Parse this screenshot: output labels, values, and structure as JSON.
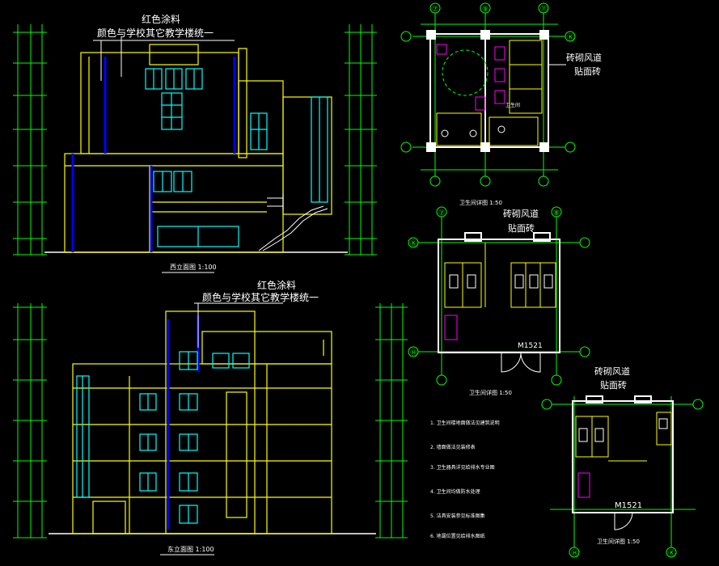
{
  "colors": {
    "background": "#000000",
    "outline": "#ffff00",
    "window": "#00ffff",
    "dim": "#00ff00",
    "accent": "#0000ff",
    "wall": "#ffffff",
    "fixture": "#ff00ff",
    "label": "#ffffff"
  },
  "elevation_top": {
    "note_line1": "红色涂料",
    "note_line2": "颜色与学校其它教学楼统一",
    "title": "西立面图 1:100"
  },
  "elevation_bottom": {
    "note_line1": "红色涂料",
    "note_line2": "颜色与学校其它教学楼统一",
    "title": "东立面图 1:100"
  },
  "plan_1": {
    "axis_left": "⑦",
    "axis_mid": "⑨",
    "axis_right": "⑪",
    "axis_row": "Ⓚ",
    "note_line1": "砖砌风道",
    "note_line2": "贴面砖",
    "room_label": "卫生间"
  },
  "plan_2": {
    "title": "卫生间详图 1:50",
    "note_line1": "砖砌风道",
    "note_line2": "贴面砖",
    "axis_left": "⑦",
    "axis_right": "⑧",
    "axis_top": "Ⓚ",
    "axis_bottom": "Ⓗ",
    "door_label": "M1521",
    "bottom_title": "卫生间详图 1:50"
  },
  "plan_3": {
    "note_line1": "砖砌风道",
    "note_line2": "贴面砖",
    "door_label": "M1521",
    "title": "卫生间详图 1:50",
    "axis_left": "Ⓗ",
    "axis_right": "Ⓚ"
  },
  "notes": [
    "1. 卫生间楼地面做法见建筑说明",
    "2. 墙面做法见装修表",
    "3. 卫生器具详见给排水专业图",
    "4. 卫生间均做防水处理",
    "5. 洁具安装参见标准图集",
    "6. 地漏位置见给排水图纸"
  ]
}
